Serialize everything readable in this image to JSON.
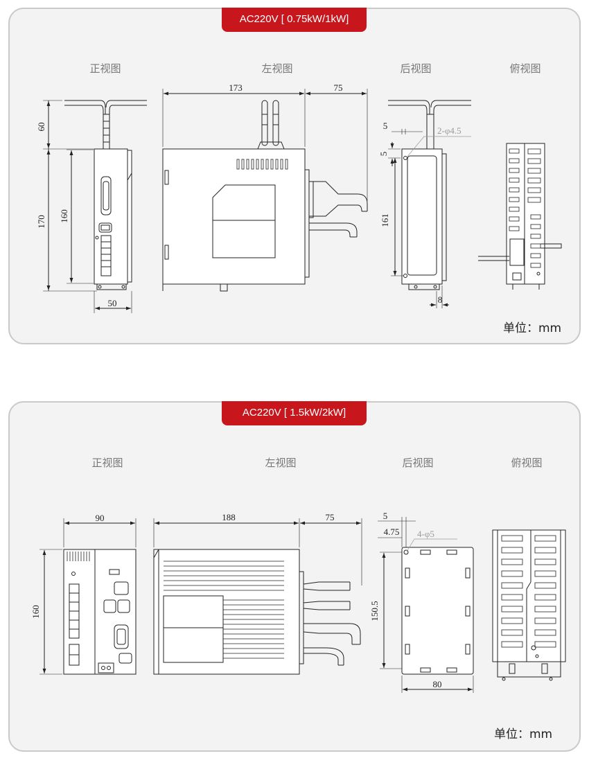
{
  "panel1": {
    "badge": "AC220V [ 0.75kW/1kW]",
    "views": {
      "front": "正视图",
      "left": "左视图",
      "rear": "后视图",
      "top": "俯视图"
    },
    "dims": {
      "front_cable": "60",
      "front_total": "170",
      "front_body": "160",
      "front_width": "50",
      "left_length": "173",
      "left_cable": "75",
      "rear_offset": "5",
      "rear_hole": "2-φ4.5",
      "rear_edge": "5",
      "rear_height": "161",
      "rear_bottom": "8"
    },
    "unit": "单位：mm"
  },
  "panel2": {
    "badge": "AC220V [ 1.5kW/2kW]",
    "views": {
      "front": "正视图",
      "left": "左视图",
      "rear": "后视图",
      "top": "俯视图"
    },
    "dims": {
      "front_width": "90",
      "front_height": "160",
      "left_length": "188",
      "left_cable": "75",
      "rear_offset": "5",
      "rear_edge": "4.75",
      "rear_hole": "4-φ5",
      "rear_height": "150.5",
      "rear_width": "80"
    },
    "unit": "单位：mm"
  }
}
